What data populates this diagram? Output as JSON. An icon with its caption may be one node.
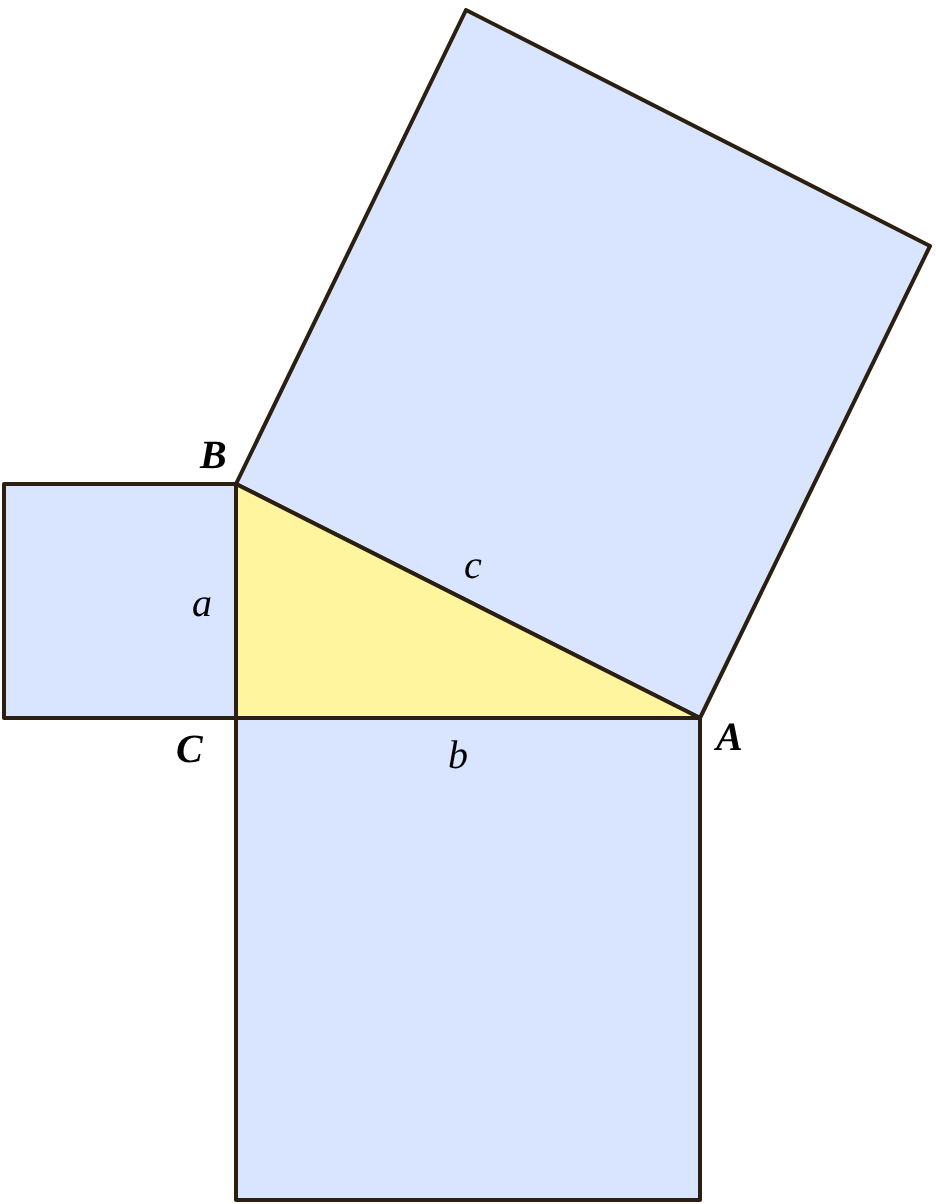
{
  "diagram": {
    "labels": [
      "B",
      "c",
      "a",
      "A",
      "C",
      "b"
    ]
  }
}
